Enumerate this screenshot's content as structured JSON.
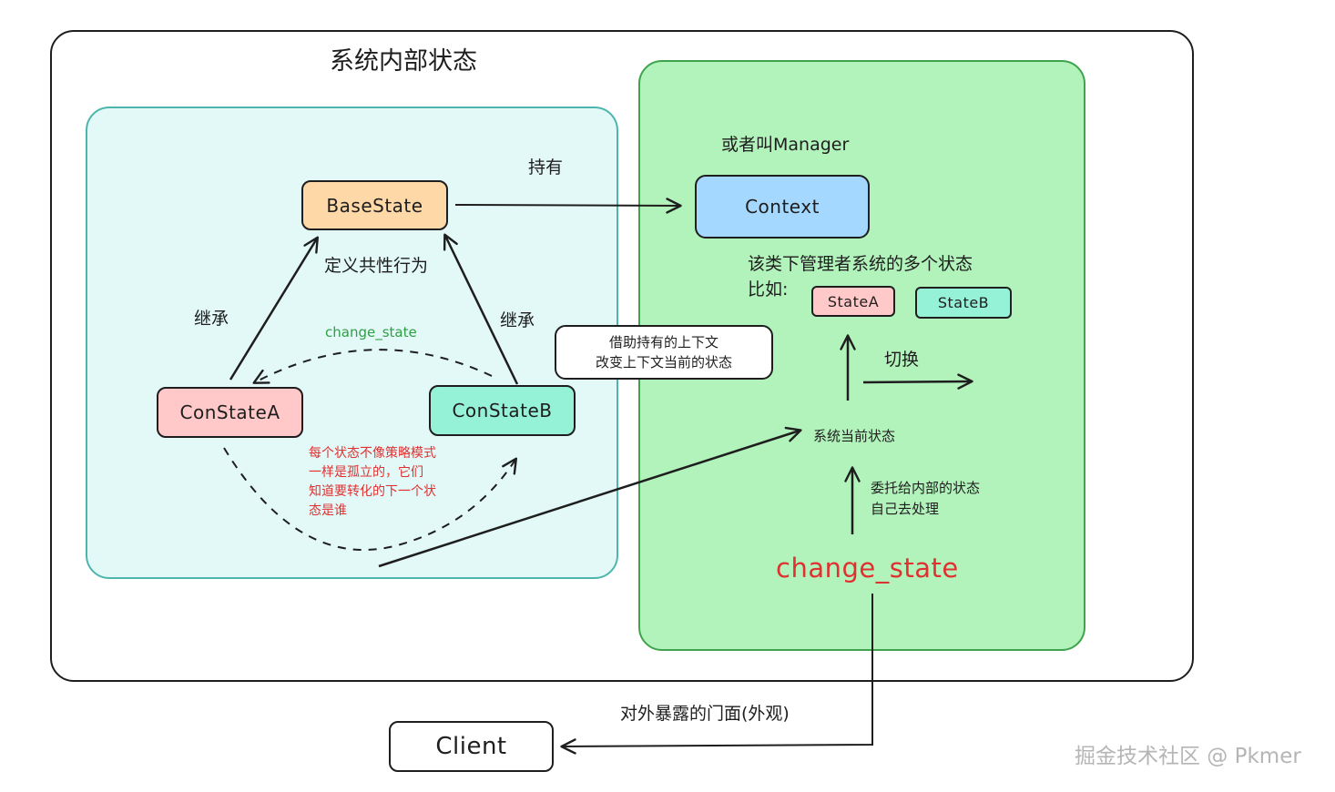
{
  "regions": {
    "system_label": "系统内部状态"
  },
  "nodes": {
    "base_state": "BaseState",
    "con_state_a": "ConStateA",
    "con_state_b": "ConStateB",
    "context": "Context",
    "state_a": "StateA",
    "state_b": "StateB",
    "client": "Client"
  },
  "labels": {
    "hold": "持有",
    "define_common": "定义共性行为",
    "inherit_left": "继承",
    "inherit_right": "继承",
    "change_state_small": "change_state",
    "note_red_1": "每个状态不像策略模式",
    "note_red_2": "一样是孤立的，它们",
    "note_red_3": "知道要转化的下一个状",
    "note_red_4": "态是谁",
    "borrow_1": "借助持有的上下文",
    "borrow_2": "改变上下文当前的状态",
    "or_manager": "或者叫Manager",
    "manage_desc": "该类下管理者系统的多个状态",
    "for_example": "比如:",
    "switch": "切换",
    "current_state": "系统当前状态",
    "delegate_1": "委托给内部的状态",
    "delegate_2": "自己去处理",
    "change_state_big": "change_state",
    "facade": "对外暴露的门面(外观)",
    "watermark": "掘金技术社区 @ Pkmer"
  },
  "colors": {
    "inner_panel": "#e3f9f8",
    "inner_panel_border": "#4db6ac",
    "context_panel": "#b2f2bb",
    "context_panel_border": "#3fa34d",
    "base_state_fill": "#ffd8a8",
    "con_state_a_fill": "#ffc9c9",
    "con_state_b_fill": "#96f2d7",
    "context_fill": "#a5d8ff",
    "red_text": "#e03131",
    "green_text": "#2f9e44"
  }
}
